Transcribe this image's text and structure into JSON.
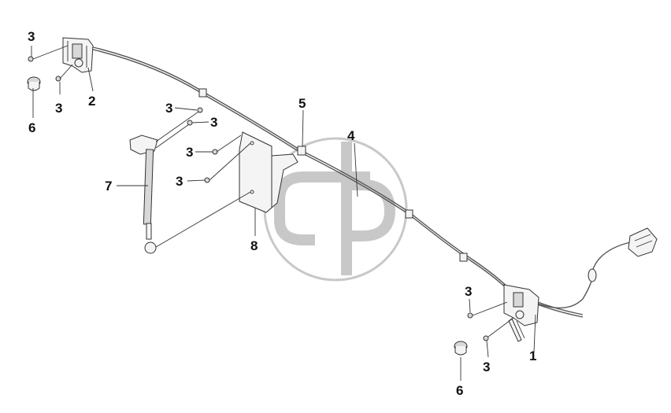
{
  "callouts": {
    "c1": "1",
    "c2": "2",
    "c3a": "3",
    "c3b": "3",
    "c3c": "3",
    "c3d": "3",
    "c3e": "3",
    "c3f": "3",
    "c3g": "3",
    "c3h": "3",
    "c4": "4",
    "c5": "5",
    "c6a": "6",
    "c6b": "6",
    "c7": "7",
    "c8": "8"
  },
  "colors": {
    "line": "#333333",
    "watermark": "#c8c8c8",
    "background": "#ffffff"
  }
}
